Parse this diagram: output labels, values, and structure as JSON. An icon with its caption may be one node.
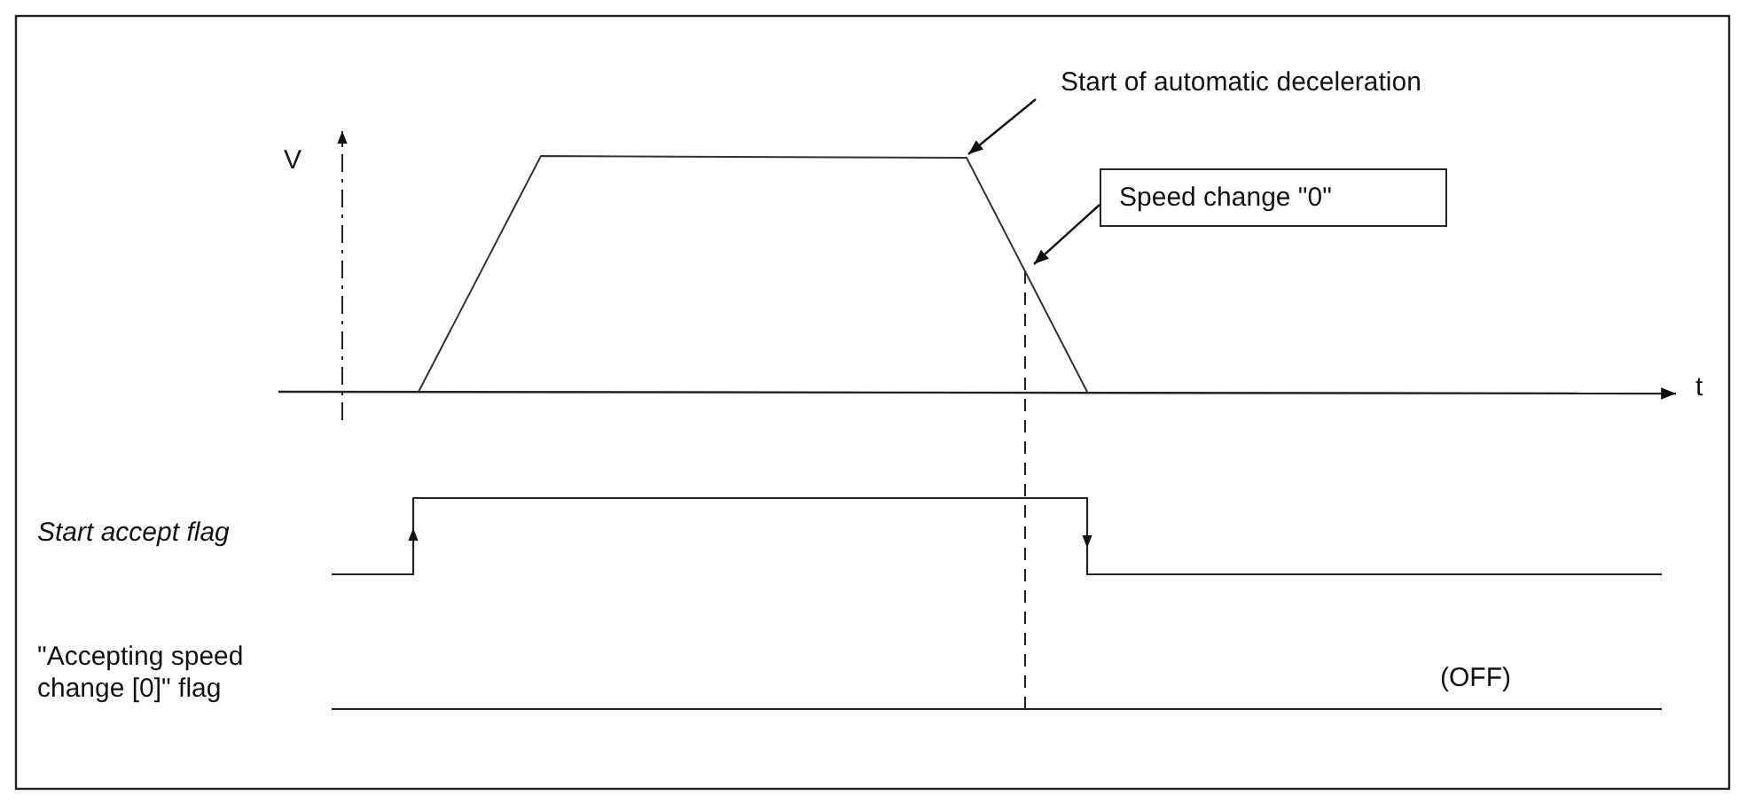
{
  "diagram": {
    "nodes": [
      {
        "text": [
          "Start of automatic deceleration"
        ]
      },
      {
        "text": [
          "Speed change \"0\""
        ]
      }
    ],
    "edges": [
      {
        "from": 0,
        "to": null,
        "arrow": "to"
      },
      {
        "from": 1,
        "to": null,
        "arrow": "to"
      }
    ],
    "labels": [
      "V",
      "t",
      "Start accept flag",
      "\"Accepting speed change [0]\" flag",
      "(OFF)"
    ]
  }
}
